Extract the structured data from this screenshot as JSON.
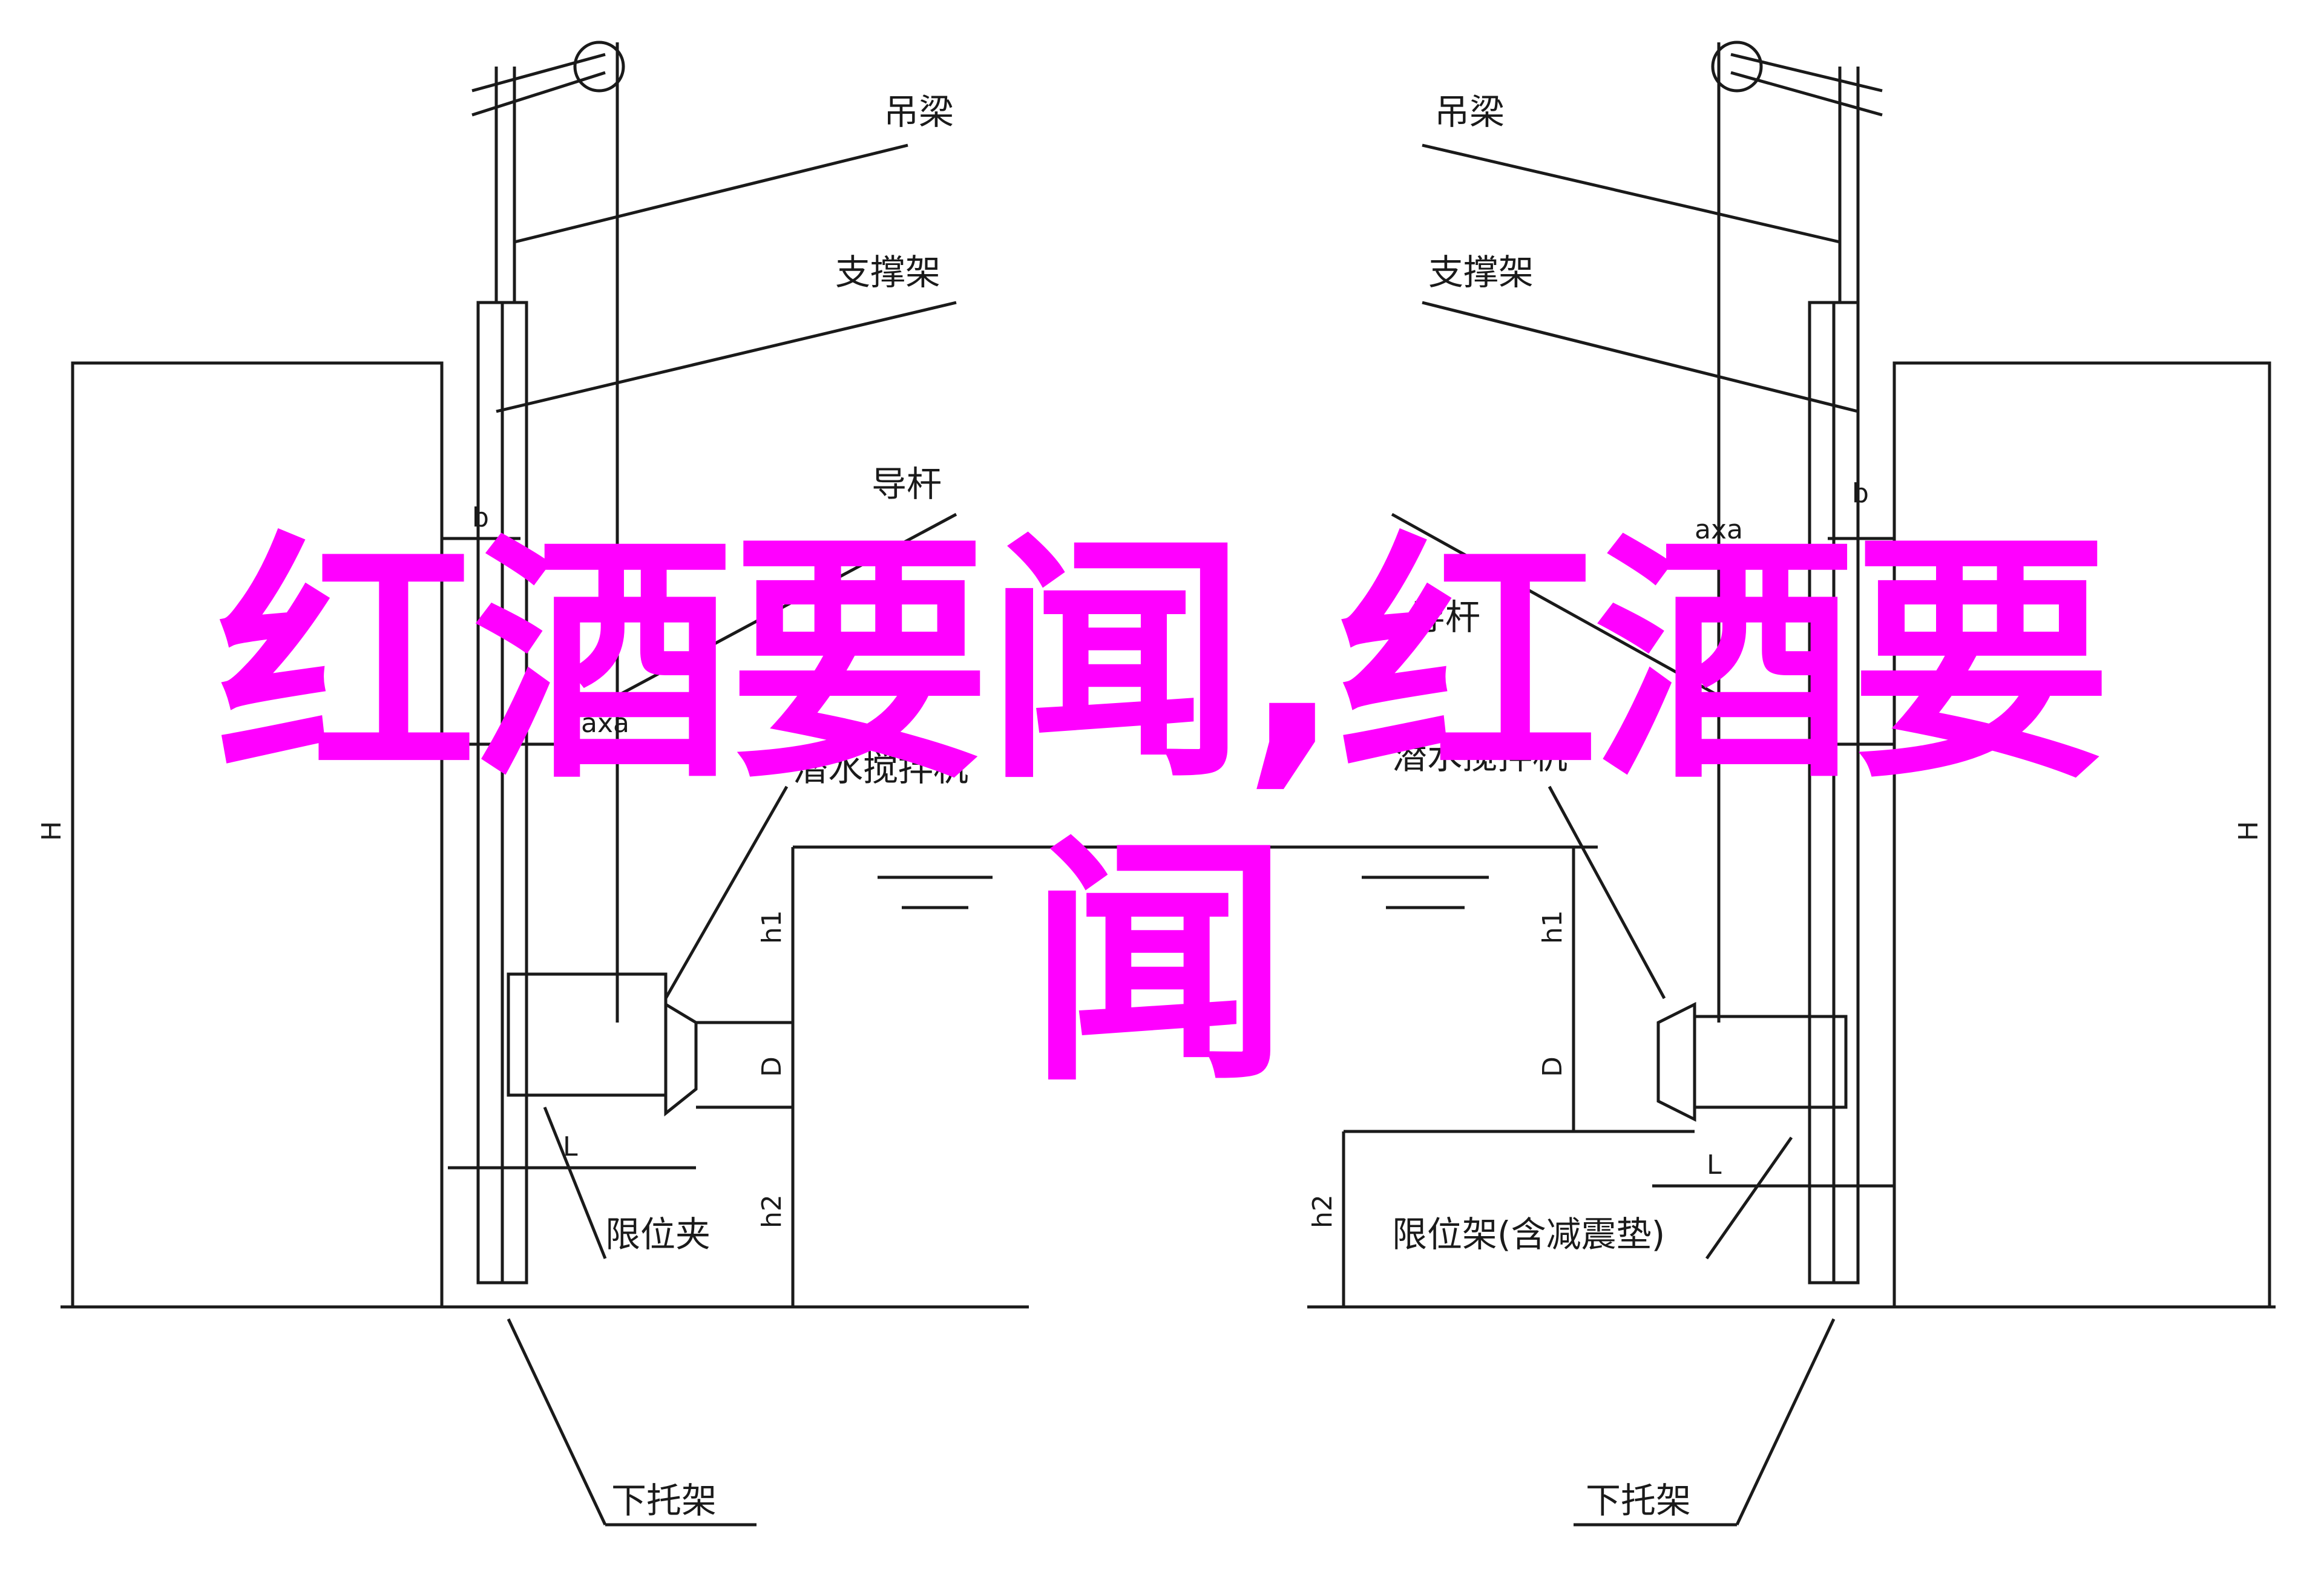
{
  "overlay": {
    "line1": "红酒要闻,红酒要",
    "line2": "闻",
    "color": "#ff00ff"
  },
  "left_diagram": {
    "labels": {
      "beam": "吊梁",
      "support": "支撑架",
      "guide_rod": "导杆",
      "mixer": "潜水搅拌机",
      "limit": "限位夹",
      "lower_bracket": "下托架"
    },
    "dims": {
      "b": "b",
      "axa": "axa",
      "H": "H",
      "h1": "h1",
      "D": "D",
      "h2": "h2",
      "L": "L"
    }
  },
  "right_diagram": {
    "labels": {
      "beam": "吊梁",
      "support": "支撑架",
      "guide_rod": "导杆",
      "mixer": "潜水搅拌机",
      "limit": "限位架(含减震垫)",
      "lower_bracket": "下托架"
    },
    "dims": {
      "b": "b",
      "axa": "axa",
      "H": "H",
      "h1": "h1",
      "D": "D",
      "h2": "h2",
      "L": "L"
    }
  },
  "colors": {
    "line": "#1a1a1a",
    "background": "#ffffff"
  }
}
